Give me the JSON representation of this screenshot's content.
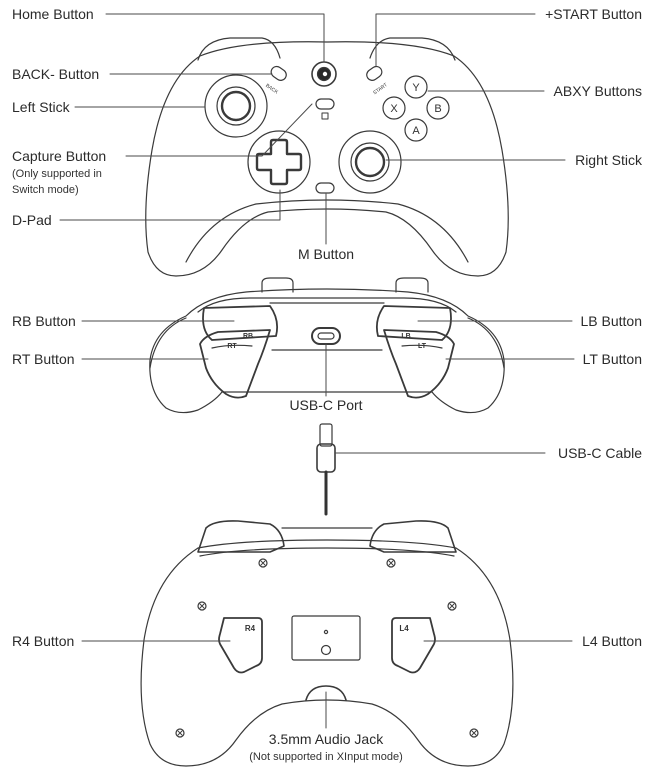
{
  "front": {
    "home_button": "Home Button",
    "start_button": "+START Button",
    "back_button": "BACK- Button",
    "abxy_buttons": "ABXY Buttons",
    "left_stick": "Left Stick",
    "capture_button": "Capture Button",
    "capture_note_line1": "(Only supported in",
    "capture_note_line2": "Switch mode)",
    "right_stick": "Right Stick",
    "dpad": "D-Pad",
    "m_button": "M Button",
    "face_letters": {
      "y": "Y",
      "x": "X",
      "b": "B",
      "a": "A"
    },
    "small_back": "BACK",
    "small_start": "START"
  },
  "top": {
    "rb_button": "RB Button",
    "lb_button": "LB Button",
    "rt_button": "RT Button",
    "lt_button": "LT Button",
    "usb_c_port": "USB-C Port",
    "usb_c_cable": "USB-C Cable",
    "small_rb": "RB",
    "small_rt": "RT",
    "small_lb": "LB",
    "small_lt": "LT"
  },
  "back": {
    "r4_button": "R4 Button",
    "l4_button": "L4 Button",
    "audio_jack": "3.5mm Audio Jack",
    "audio_note": "(Not supported in XInput mode)",
    "small_r4": "R4",
    "small_l4": "L4"
  }
}
